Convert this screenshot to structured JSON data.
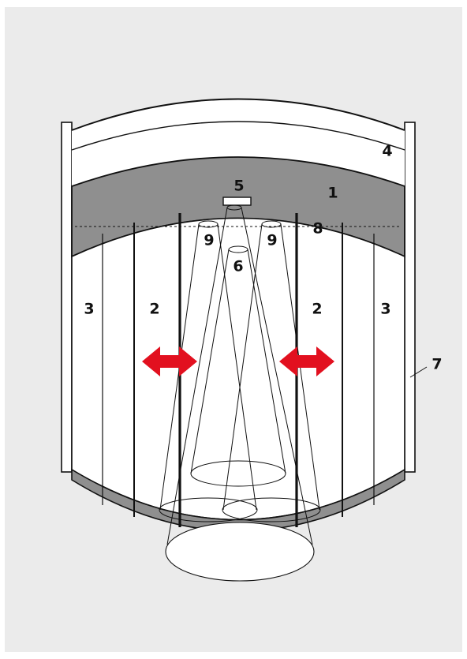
{
  "colors": {
    "page": "#ffffff",
    "panel": "#ebebeb",
    "band": "#8f8f8f",
    "curtain": "#ffffff",
    "line": "#111111",
    "arrow": "#e2101f"
  },
  "labels": {
    "band": "1",
    "inner_curtain_left": "2",
    "inner_curtain_right": "2",
    "outer_curtain_left": "3",
    "outer_curtain_right": "3",
    "top_ring": "4",
    "projector": "5",
    "center_beam": "6",
    "post": "7",
    "dashed_line": "8",
    "beam_left": "9",
    "beam_right": "9"
  },
  "icons": {
    "arrow_left": "double-arrow-icon",
    "arrow_right": "double-arrow-icon"
  }
}
